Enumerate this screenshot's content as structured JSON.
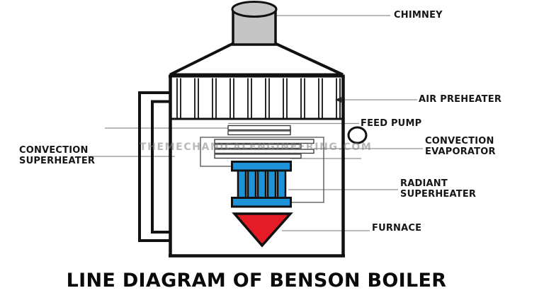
{
  "title": "LINE DIAGRAM OF BENSON BOILER",
  "watermark": "THEMECHANICALENGINEERING.COM",
  "colors": {
    "superheater_blue": "#1f93d8",
    "furnace_red": "#e51c25",
    "chimney_gray": "#c5c5c5",
    "outline_black": "#111111",
    "leader_gray": "#909090"
  },
  "labels": {
    "chimney": "CHIMNEY",
    "air_preheater": "AIR PREHEATER",
    "feed_pump": "FEED PUMP",
    "convection_evaporator": {
      "line1": "CONVECTION",
      "line2": "EVAPORATOR"
    },
    "convection_superheater": {
      "line1": "CONVECTION",
      "line2": "SUPERHEATER"
    },
    "radiant_superheater": {
      "line1": "RADIANT",
      "line2": "SUPERHEATER"
    },
    "furnace": "FURNACE"
  }
}
